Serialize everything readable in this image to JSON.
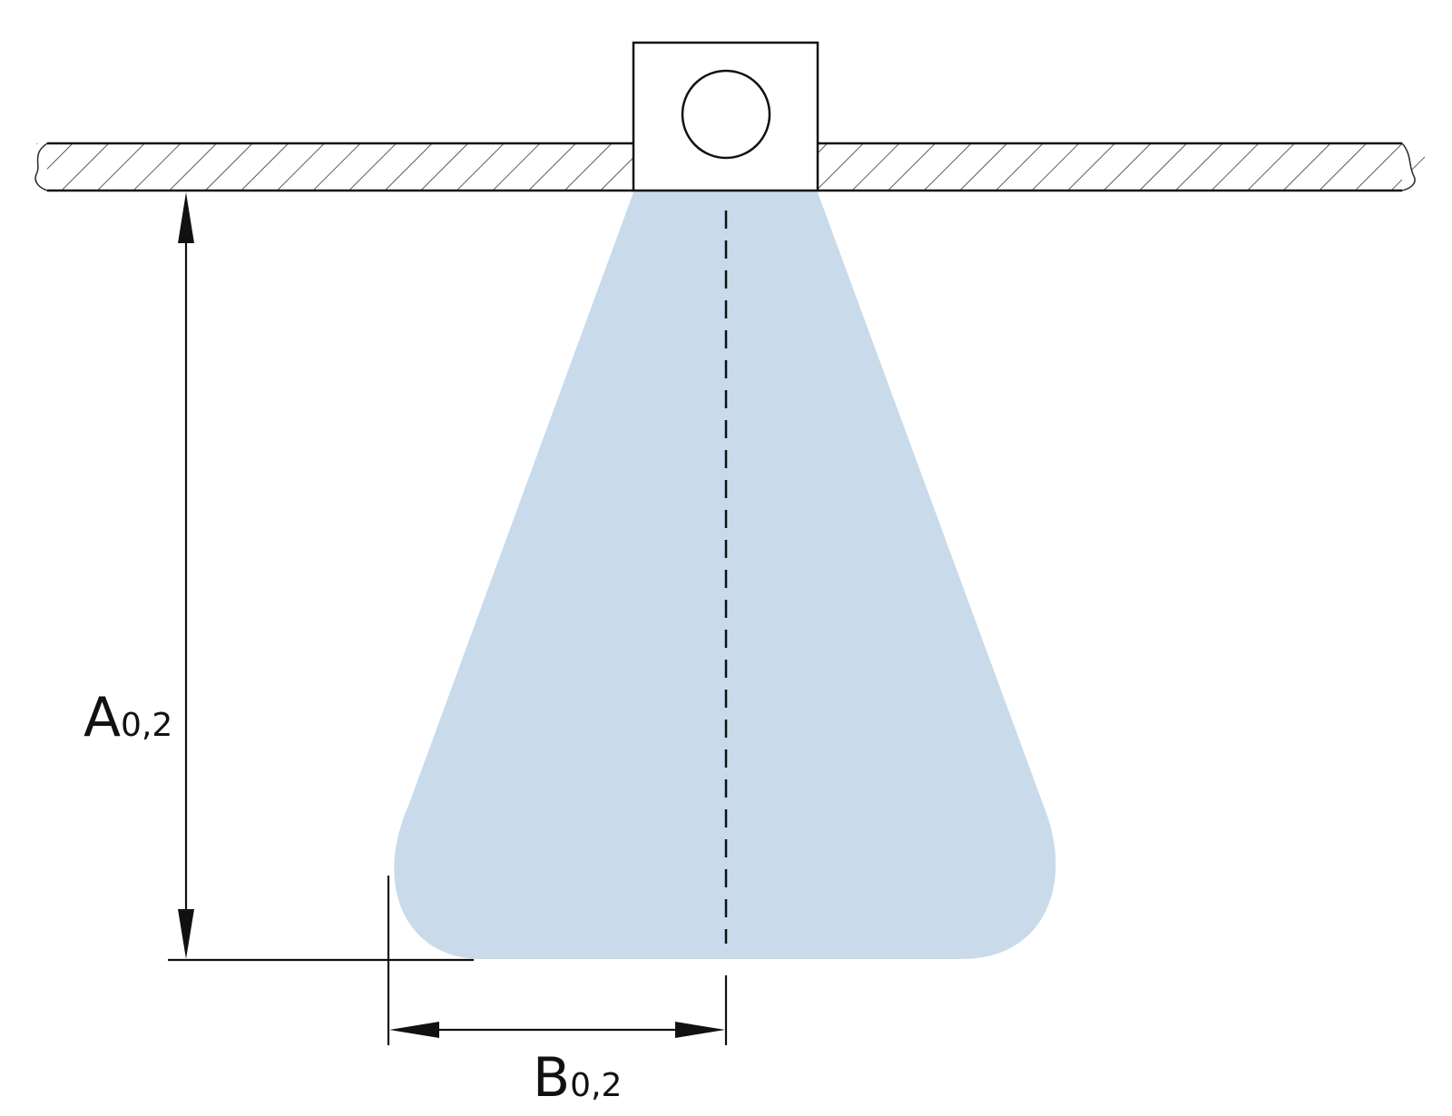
{
  "colors": {
    "line": "#111111",
    "spray": "#c9dbeb",
    "background": "#ffffff"
  },
  "labels": {
    "height": {
      "letter": "A",
      "subscript": "0,2"
    },
    "width": {
      "letter": "B",
      "subscript": "0,2"
    }
  },
  "icons": {
    "nozzle": "nozzle-circle-icon"
  }
}
